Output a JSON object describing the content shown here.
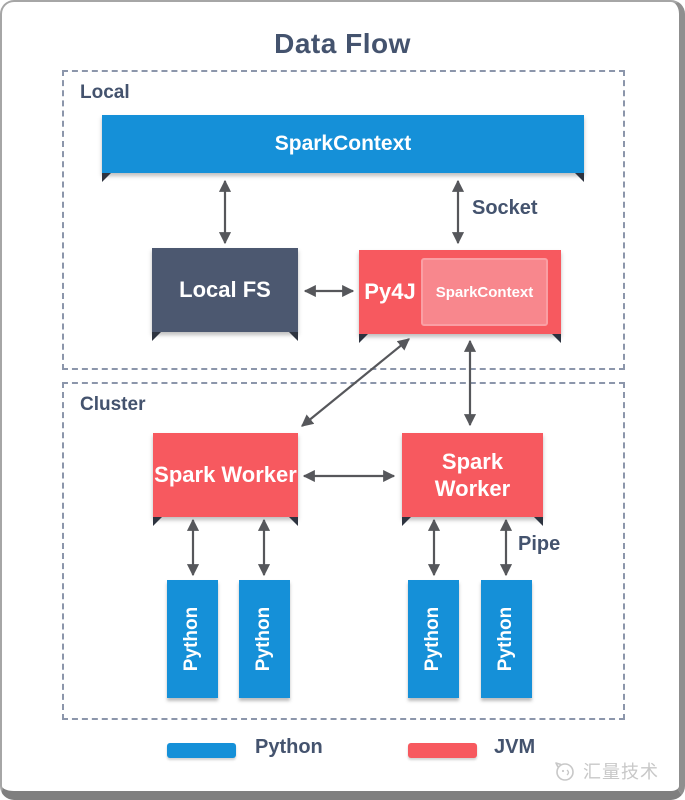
{
  "title": "Data Flow",
  "local_group": {
    "label": "Local",
    "nodes": {
      "spark_context_bar": "SparkContext",
      "local_fs": "Local FS",
      "py4j": "Py4J",
      "py4j_inner_spark_context": "SparkContext"
    },
    "edge_labels": {
      "socket": "Socket"
    }
  },
  "cluster_group": {
    "label": "Cluster",
    "workers": [
      {
        "label": "Spark Worker"
      },
      {
        "label": "Spark Worker"
      }
    ],
    "python_nodes": [
      {
        "label": "Python"
      },
      {
        "label": "Python"
      },
      {
        "label": "Python"
      },
      {
        "label": "Python"
      }
    ],
    "edge_labels": {
      "pipe": "Pipe"
    }
  },
  "legend": {
    "items": [
      {
        "label": "Python",
        "color": "#1590d8"
      },
      {
        "label": "JVM",
        "color": "#f7595f"
      }
    ]
  },
  "watermark": {
    "text": "汇量技术"
  },
  "colors": {
    "python_blue": "#1590d8",
    "jvm_red": "#f7595f",
    "jvm_inner_red": "#f8878d",
    "jvm_inner_border": "#fa9fa4",
    "dark_navy_box": "#4c5870",
    "label_navy": "#44536e",
    "arrow_gray": "#56575b",
    "dashed_border": "#8c96ab",
    "corner_notch": "#2d333f"
  }
}
